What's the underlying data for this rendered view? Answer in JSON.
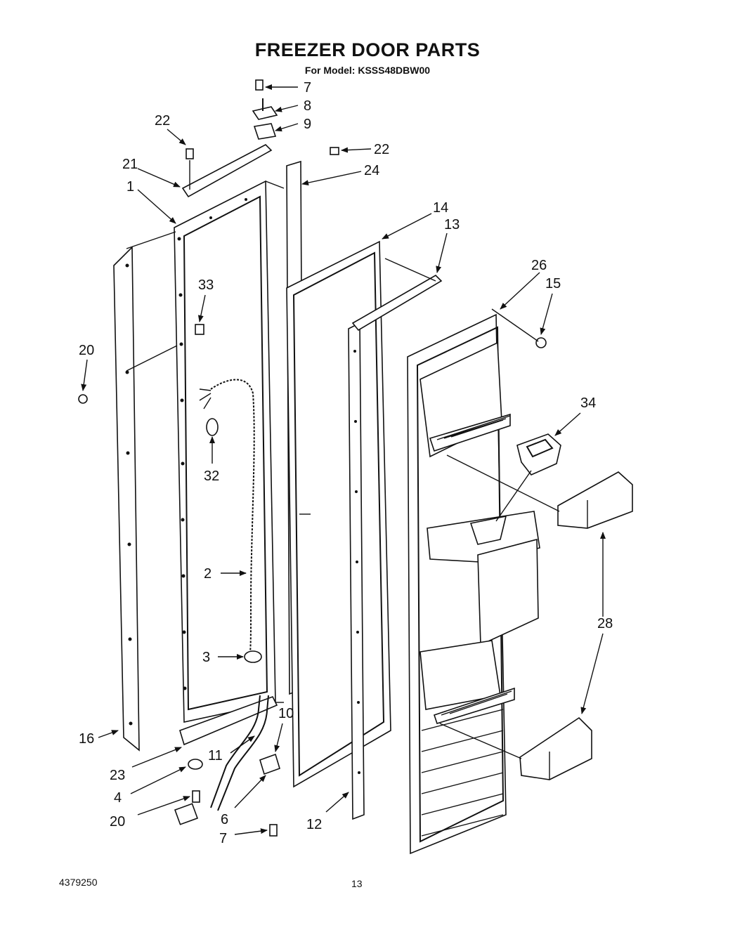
{
  "title": "FREEZER DOOR PARTS",
  "subtitle": "For Model: KSSS48DBW00",
  "footer": {
    "doc_number": "4379250",
    "page_number": "13"
  },
  "callouts": [
    "7",
    "8",
    "9",
    "22",
    "22",
    "24",
    "21",
    "1",
    "14",
    "13",
    "26",
    "15",
    "33",
    "20",
    "34",
    "32",
    "2",
    "28",
    "3",
    "10",
    "16",
    "11",
    "23",
    "4",
    "20",
    "6",
    "12",
    "7"
  ]
}
